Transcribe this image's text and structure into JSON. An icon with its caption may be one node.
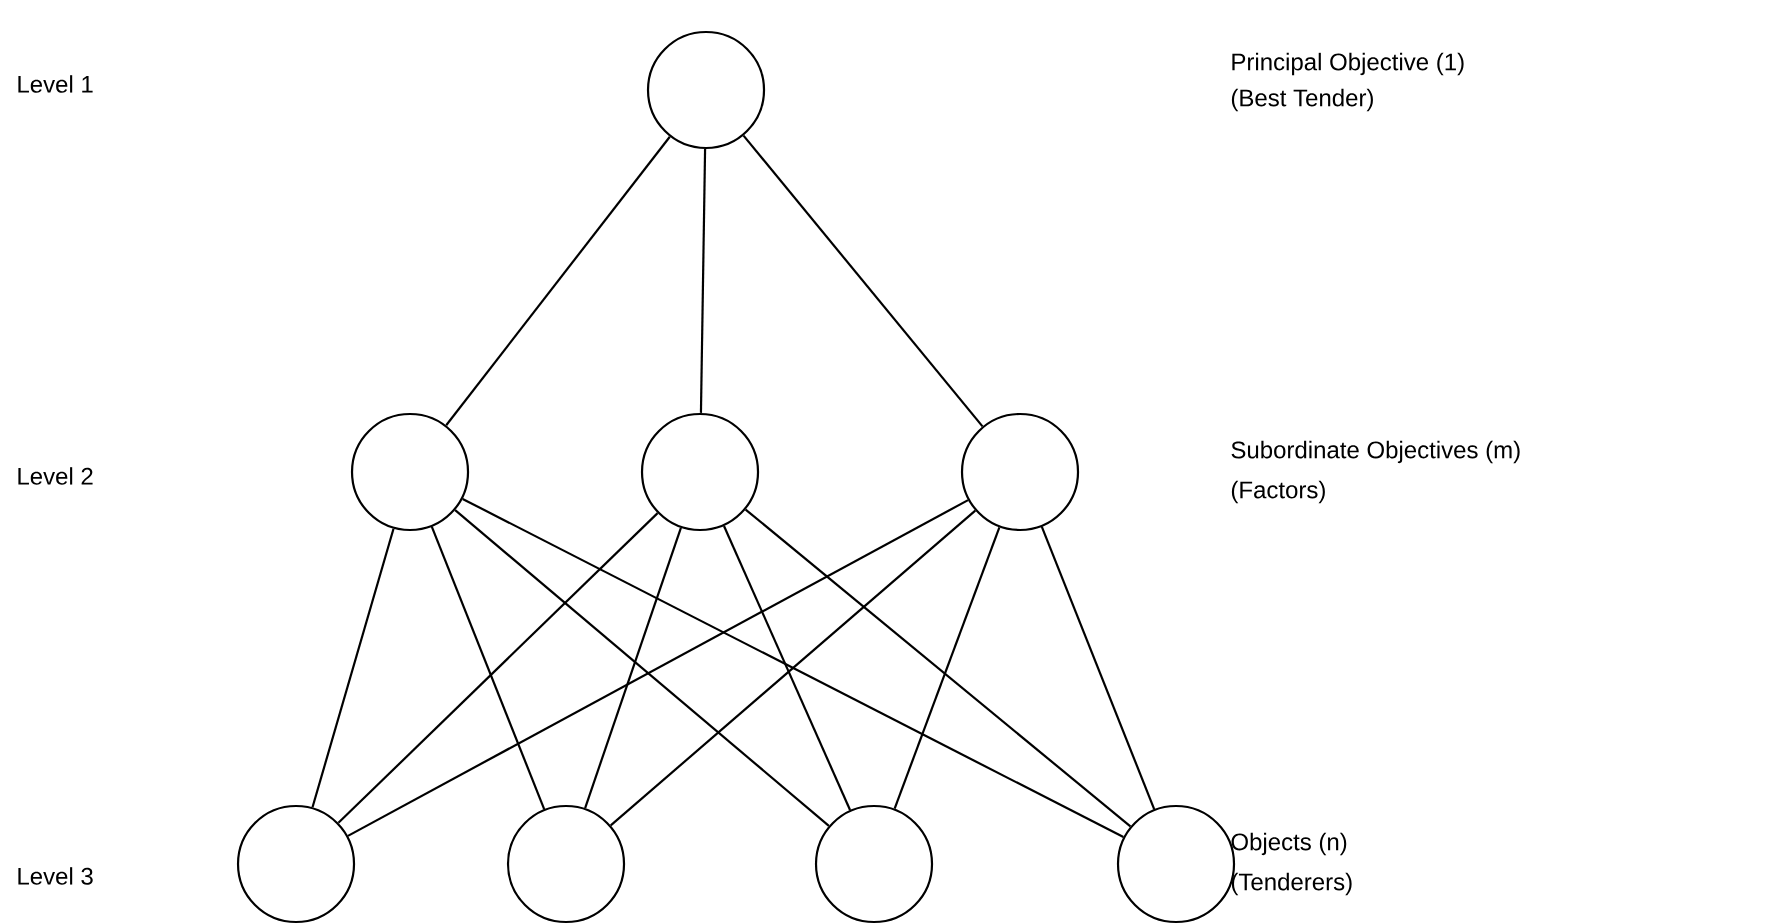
{
  "diagram": {
    "nodes": [
      {
        "text": [],
        "shape": "circle"
      },
      {
        "text": [],
        "shape": "circle"
      },
      {
        "text": [],
        "shape": "circle"
      },
      {
        "text": [],
        "shape": "circle"
      },
      {
        "text": [],
        "shape": "circle"
      },
      {
        "text": [],
        "shape": "circle"
      },
      {
        "text": [],
        "shape": "circle"
      },
      {
        "text": [],
        "shape": "circle"
      }
    ],
    "edges": [
      {
        "from": 0,
        "to": 1,
        "arrow": "none"
      },
      {
        "from": 0,
        "to": 2,
        "arrow": "none"
      },
      {
        "from": 0,
        "to": 3,
        "arrow": "none"
      },
      {
        "from": 1,
        "to": 4,
        "arrow": "none"
      },
      {
        "from": 1,
        "to": 5,
        "arrow": "none"
      },
      {
        "from": 1,
        "to": 6,
        "arrow": "none"
      },
      {
        "from": 1,
        "to": 7,
        "arrow": "none"
      },
      {
        "from": 2,
        "to": 4,
        "arrow": "none"
      },
      {
        "from": 2,
        "to": 5,
        "arrow": "none"
      },
      {
        "from": 2,
        "to": 6,
        "arrow": "none"
      },
      {
        "from": 2,
        "to": 7,
        "arrow": "none"
      },
      {
        "from": 3,
        "to": 4,
        "arrow": "none"
      },
      {
        "from": 3,
        "to": 5,
        "arrow": "none"
      },
      {
        "from": 3,
        "to": 6,
        "arrow": "none"
      },
      {
        "from": 3,
        "to": 7,
        "arrow": "none"
      }
    ],
    "labels": [
      "Level 1",
      "Principal Objective (1)",
      "(Best Tender)",
      "Level 2",
      "Subordinate Objectives (m)",
      "(Factors)",
      "Level 3",
      "Objects (n)",
      "(Tenderers)"
    ]
  }
}
